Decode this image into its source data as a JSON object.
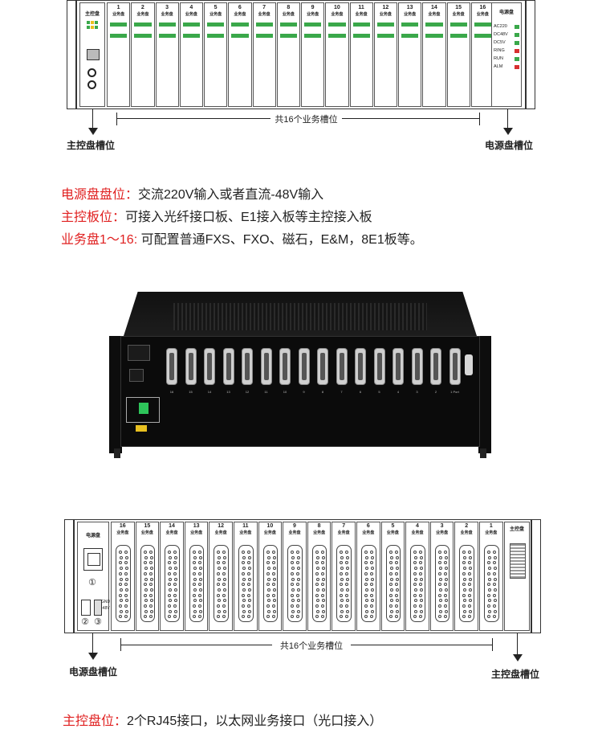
{
  "top": {
    "main_control": "主控盘",
    "power_panel": "电源盘",
    "slot_title": "业务盘",
    "slot_numbers": [
      "1",
      "2",
      "3",
      "4",
      "5",
      "6",
      "7",
      "8",
      "9",
      "10",
      "11",
      "12",
      "13",
      "14",
      "15",
      "16"
    ],
    "power_indicators": [
      {
        "label": "AC220",
        "color": "#3aa84a"
      },
      {
        "label": "DC48V",
        "color": "#3aa84a"
      },
      {
        "label": "DC5V",
        "color": "#3aa84a"
      },
      {
        "label": "RING",
        "color": "#d83030"
      },
      {
        "label": "RUN",
        "color": "#3aa84a"
      },
      {
        "label": "ALM",
        "color": "#d83030"
      }
    ],
    "span_label": "共16个业务槽位",
    "left_label": "主控盘槽位",
    "right_label": "电源盘槽位"
  },
  "desc1": {
    "l1_key": "电源盘盘位：",
    "l1_text": "交流220V输入或者直流-48V输入",
    "l2_key": "主控板位：",
    "l2_text": "可接入光纤接口板、E1接入板等主控接入板",
    "l3_key": "业务盘1～16:",
    "l3_text": " 可配置普通FXS、FXO、磁石，E&M，8E1板等。"
  },
  "photo": {
    "port_labels": [
      "16",
      "15",
      "14",
      "13",
      "12",
      "11",
      "10",
      "9",
      "8",
      "7",
      "6",
      "5",
      "4",
      "3",
      "2",
      "1 Port"
    ]
  },
  "bottom": {
    "power_panel": "电源盘",
    "main_control": "主控盘",
    "slot_title": "业务盘",
    "slot_numbers": [
      "16",
      "15",
      "14",
      "13",
      "12",
      "11",
      "10",
      "9",
      "8",
      "7",
      "6",
      "5",
      "4",
      "3",
      "2",
      "1"
    ],
    "circle_1": "①",
    "circle_2": "②",
    "circle_3": "③",
    "gnd": "GND",
    "neg48": "-48V",
    "span_label": "共16个业务槽位",
    "left_label": "电源盘槽位",
    "right_label": "主控盘槽位"
  },
  "desc2": {
    "key": "主控盘位：",
    "text": "2个RJ45接口，以太网业务接口（光口接入）"
  },
  "colors": {
    "accent_red": "#e02020",
    "led_green": "#3aa84a",
    "led_red": "#d83030"
  }
}
